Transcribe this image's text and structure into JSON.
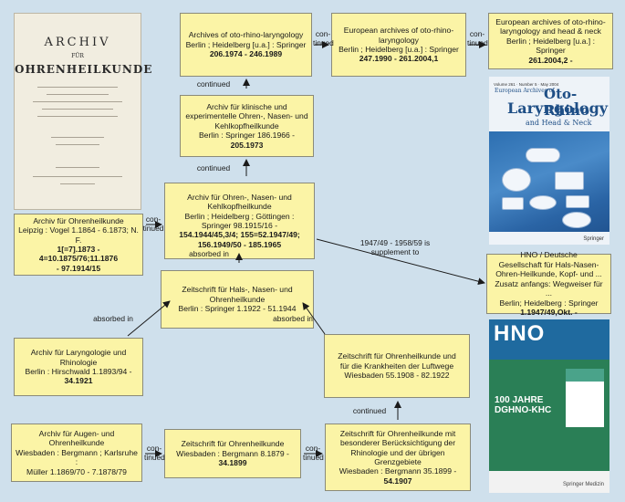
{
  "boxes": {
    "oto_rhino": {
      "lines": [
        "Archives of oto-rhino-laryngology",
        "Berlin ; Heidelberg [u.a.] : Springer",
        "206.1974 - 246.1989"
      ]
    },
    "european": {
      "lines": [
        "European archives of oto-rhino-",
        "laryngology",
        "Berlin ; Heidelberg [u.a.] : Springer",
        "247.1990 - 261.2004,1"
      ]
    },
    "european_hn": {
      "lines": [
        "European archives of oto-rhino-",
        "laryngology and head & neck",
        "Berlin ; Heidelberg [u.a.] : Springer",
        "261.2004,2 -"
      ]
    },
    "klinische": {
      "lines": [
        "Archiv für klinische und",
        "experimentelle Ohren-, Nasen- und",
        "Kehlkopfheilkunde",
        "Berlin : Springer 186.1966 -",
        "205.1973"
      ]
    },
    "ohren_nasen": {
      "lines": [
        "Archiv für Ohren-, Nasen- und",
        "Kehlkopfheilkunde",
        "Berlin ; Heidelberg ; Göttingen :",
        "Springer 98.1915/16 -",
        "154.1944/45,3/4; 155=52.1947/49;",
        "156.1949/50 - 185.1965"
      ]
    },
    "ohrenheilkunde": {
      "lines": [
        "Archiv für Ohrenheilkunde",
        "Leipzig : Vogel 1.1864 - 6.1873; N. F.",
        "1[=7].1873 - 4=10.1875/76;11.1876",
        "- 97.1914/15"
      ]
    },
    "hals_nasen": {
      "lines": [
        "Zeitschrift für Hals-, Nasen- und",
        "Ohrenheilkunde",
        "Berlin : Springer 1.1922 - 51.1944"
      ]
    },
    "hno": {
      "lines": [
        "HNO / Deutsche",
        "Gesellschaft für Hals-Nasen-",
        "Ohren-Heilkunde, Kopf- und ...",
        "Zusatz anfangs: Wegweiser für ...",
        "Berlin; Heidelberg : Springer",
        "1.1947/49,Okt. -"
      ]
    },
    "laryngologie": {
      "lines": [
        "Archiv für Laryngologie und",
        "Rhinologie",
        "Berlin : Hirschwald 1.1893/94 -",
        "34.1921"
      ]
    },
    "zs_luftwege": {
      "lines": [
        "Zeitschrift für Ohrenheilkunde und",
        "für die Krankheiten der Luftwege",
        "Wiesbaden 55.1908 - 82.1922"
      ]
    },
    "augen_ohren": {
      "lines": [
        "Archiv für Augen- und",
        "Ohrenheilkunde",
        "Wiesbaden : Bergmann ; Karlsruhe :",
        "Müller 1.1869/70 - 7.1878/79"
      ]
    },
    "zs_ohren": {
      "lines": [
        "Zeitschrift für Ohrenheilkunde",
        "Wiesbaden : Bergmann 8.1879 -",
        "34.1899"
      ]
    },
    "zs_rhinologie": {
      "lines": [
        "Zeitschrift für Ohrenheilkunde mit",
        "besonderer Berücksichtigung der",
        "Rhinologie und der übrigen",
        "Grenzgebiete",
        "Wiesbaden : Bergmann 35.1899 -",
        "54.1907"
      ]
    }
  },
  "labels": {
    "continued_1": "con-\ntinued",
    "continued_2": "con-\ntinued",
    "continued_3": "con-\ntinued",
    "continued_4": "con-\ntinued",
    "continued_5": "con-\ntinued",
    "continued_v1": "continued",
    "continued_v2": "continued",
    "absorbed_1": "absorbed in",
    "absorbed_2": "absorbed in",
    "absorbed_3": "absorbed in",
    "continued_v3": "continued",
    "supplement": "1947/49 - 1958/59 is supplement to"
  },
  "covers": {
    "archiv": {
      "line1": "ARCHIV",
      "line2": "FÜR",
      "line3": "OHRENHEILKUNDE"
    },
    "european": {
      "line1": "Volume 261 · Number 5 · May 2004",
      "line2": "European Archives of",
      "line3": "Oto-Rhino",
      "line4": "Laryngology",
      "line5": "and Head & Neck",
      "publisher": "Springer"
    },
    "hno": {
      "title": "HNO",
      "line1": "100 JAHRE",
      "line2": "DGHNO-KHC",
      "publisher": "Springer Medizin"
    }
  },
  "colors": {
    "background": "#cfe0ec",
    "box": "#fbf4a6",
    "arrow": "#1a1a1a"
  }
}
